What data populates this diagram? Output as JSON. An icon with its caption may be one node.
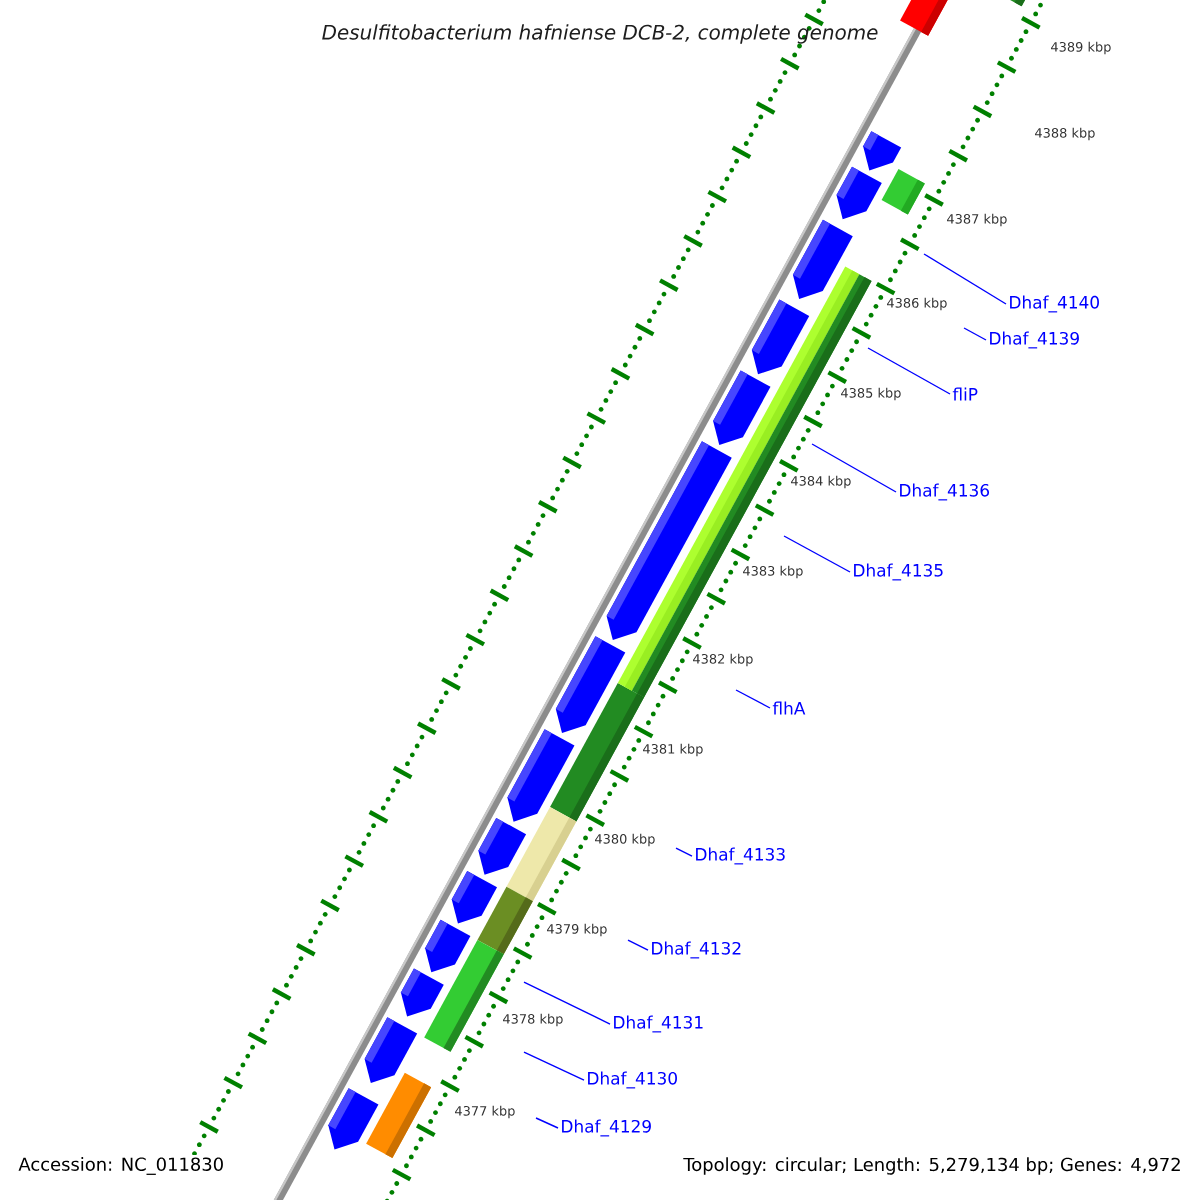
{
  "diagram": {
    "title": "Desulfitobacterium hafniense DCB-2, complete genome",
    "nodes": [
      {
        "text": [
          "Dhaf_4140"
        ]
      },
      {
        "text": [
          "Dhaf_4139"
        ]
      },
      {
        "text": [
          "fliP"
        ]
      },
      {
        "text": [
          "Dhaf_4136"
        ]
      },
      {
        "text": [
          "Dhaf_4135"
        ]
      },
      {
        "text": [
          "flhA"
        ]
      },
      {
        "text": [
          "Dhaf_4133"
        ]
      },
      {
        "text": [
          "Dhaf_4132"
        ]
      },
      {
        "text": [
          "Dhaf_4131"
        ]
      },
      {
        "text": [
          "Dhaf_4130"
        ]
      },
      {
        "text": [
          "Dhaf_4129"
        ]
      }
    ],
    "edges": [
      {
        "from": 0,
        "to": null,
        "arrow": "none"
      },
      {
        "from": 1,
        "to": null,
        "arrow": "none"
      },
      {
        "from": 2,
        "to": null,
        "arrow": "none"
      },
      {
        "from": 3,
        "to": null,
        "arrow": "none"
      },
      {
        "from": 4,
        "to": null,
        "arrow": "none"
      },
      {
        "from": 5,
        "to": null,
        "arrow": "none"
      },
      {
        "from": 6,
        "to": null,
        "arrow": "none"
      },
      {
        "from": 7,
        "to": null,
        "arrow": "none"
      },
      {
        "from": 8,
        "to": null,
        "arrow": "none"
      },
      {
        "from": 9,
        "to": null,
        "arrow": "none"
      },
      {
        "from": 10,
        "to": null,
        "arrow": "none"
      }
    ],
    "labels": [
      "4389 kbp",
      "4388 kbp",
      "4387 kbp",
      "4386 kbp",
      "4385 kbp",
      "4384 kbp",
      "4383 kbp",
      "4382 kbp",
      "4381 kbp",
      "4380 kbp",
      "4379 kbp",
      "4378 kbp",
      "4377 kbp",
      "Accession: NC_011830",
      "Topology: circular; Length: 5,279,134 bp; Genes: 4,972"
    ]
  }
}
